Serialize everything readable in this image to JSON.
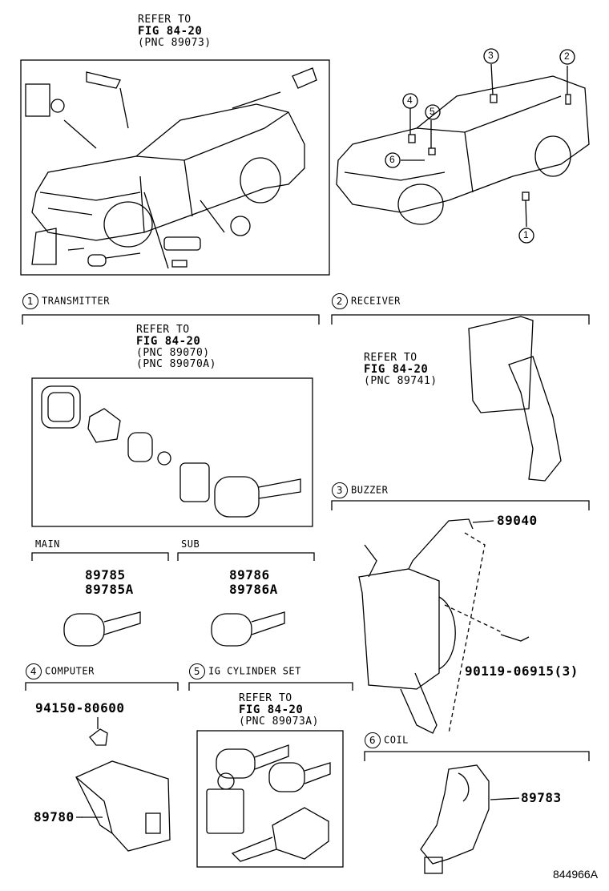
{
  "top_ref": {
    "line1": "REFER TO",
    "line2": "FIG 84-20",
    "line3": "(PNC 89073)"
  },
  "callouts": [
    "1",
    "2",
    "3",
    "4",
    "5",
    "6"
  ],
  "sections": {
    "transmitter": {
      "num": "1",
      "title": "TRANSMITTER",
      "ref": {
        "line1": "REFER TO",
        "line2": "FIG 84-20",
        "line3": "(PNC 89070)",
        "line4": "(PNC 89070A)"
      },
      "main": {
        "label": "MAIN",
        "parts": [
          "89785",
          "89785A"
        ]
      },
      "sub": {
        "label": "SUB",
        "parts": [
          "89786",
          "89786A"
        ]
      }
    },
    "receiver": {
      "num": "2",
      "title": "RECEIVER",
      "ref": {
        "line1": "REFER TO",
        "line2": "FIG 84-20",
        "line3": "(PNC 89741)"
      }
    },
    "buzzer": {
      "num": "3",
      "title": "BUZZER",
      "parts": {
        "bracket": "89040",
        "bolt": "90119-06915(3)"
      }
    },
    "computer": {
      "num": "4",
      "title": "COMPUTER",
      "parts": {
        "nut": "94150-80600",
        "unit": "89780"
      }
    },
    "ig_cylinder": {
      "num": "5",
      "title": "IG CYLINDER SET",
      "ref": {
        "line1": "REFER TO",
        "line2": "FIG 84-20",
        "line3": "(PNC 89073A)"
      }
    },
    "coil": {
      "num": "6",
      "title": "COIL",
      "part": "89783"
    }
  },
  "figure_code": "844966A"
}
